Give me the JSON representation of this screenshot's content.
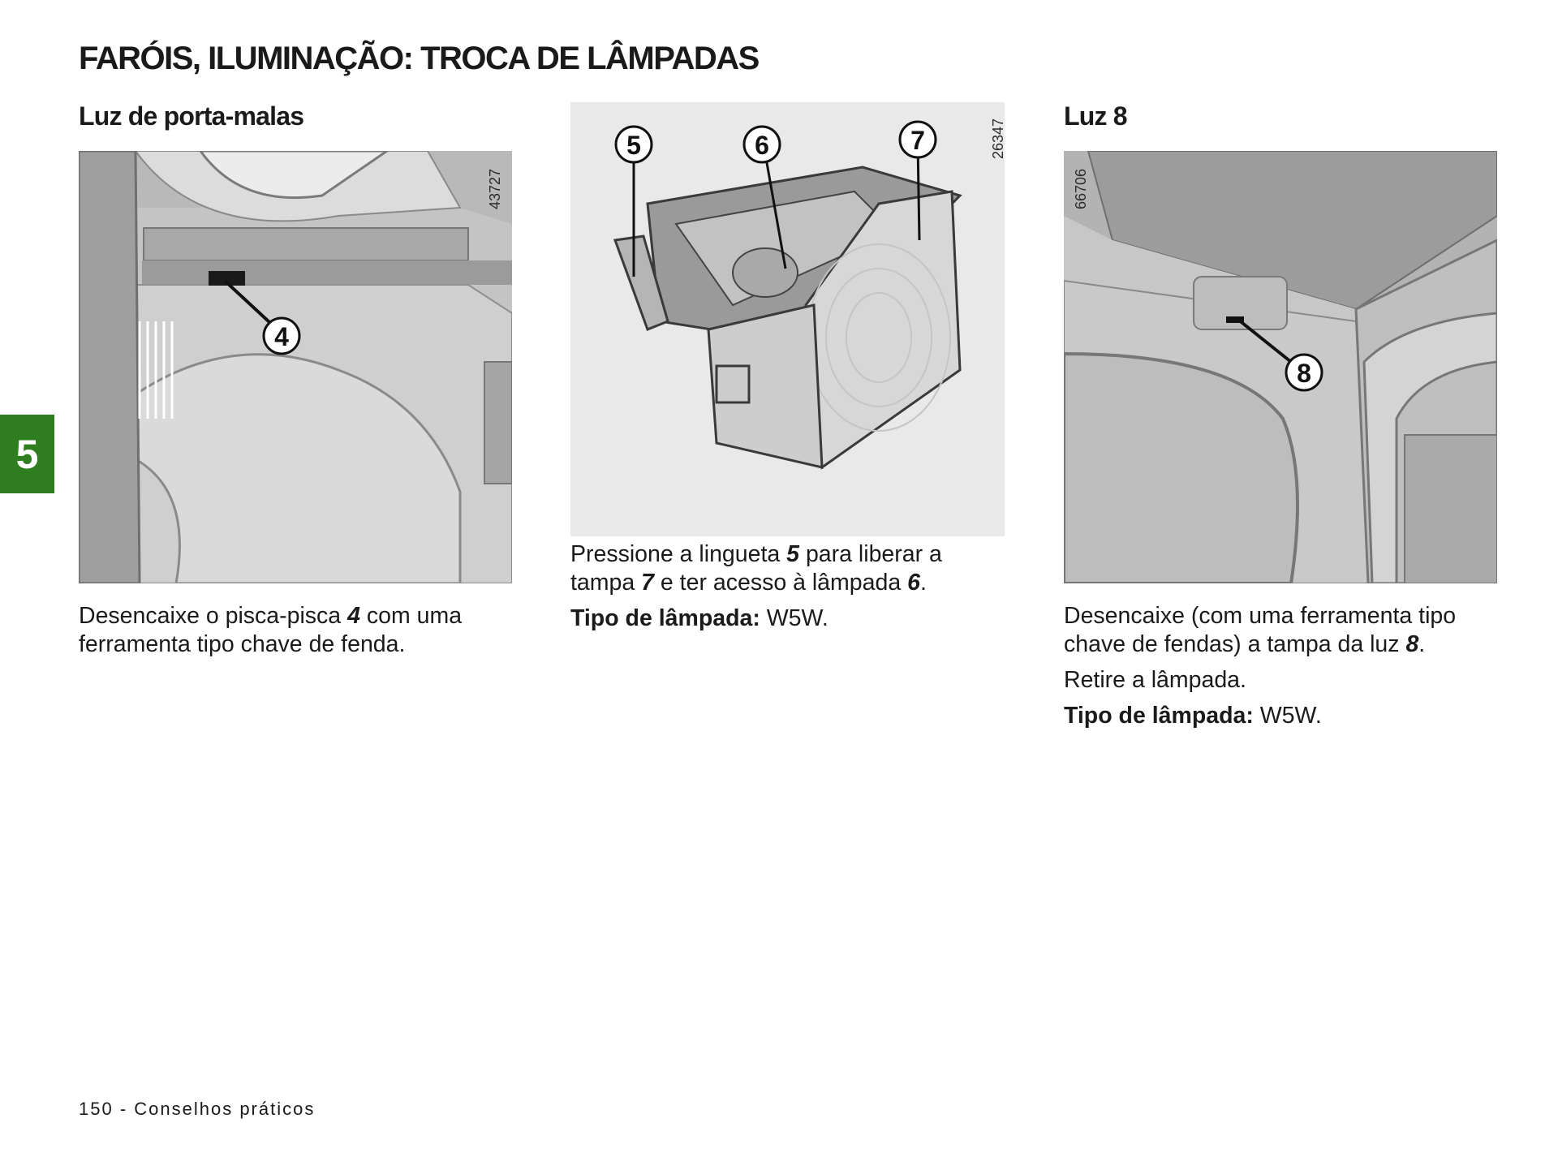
{
  "title": "FARÓIS, ILUMINAÇÃO: TROCA DE LÂMPADAS",
  "chapter_tab": "5",
  "footer": "150 - Conselhos práticos",
  "columns": [
    {
      "heading": "Luz de porta-malas",
      "figure_number": "43727",
      "callouts": [
        "4"
      ],
      "text": {
        "pre": "Desencaixe o pisca-pisca ",
        "ref": "4",
        "post": " com uma ferramenta tipo chave de fenda."
      }
    },
    {
      "heading": "",
      "figure_number": "26347",
      "callouts": [
        "5",
        "6",
        "7"
      ],
      "text": {
        "pre": "Pressione a lingueta ",
        "ref1": "5",
        "mid1": " para liberar a tampa ",
        "ref2": "7",
        "mid2": " e ter acesso à lâmpada ",
        "ref3": "6",
        "post": "."
      },
      "lamp": {
        "label": "Tipo de lâmpada:",
        "value": " W5W."
      }
    },
    {
      "heading": "Luz 8",
      "figure_number": "66706",
      "callouts": [
        "8"
      ],
      "text": {
        "pre": "Desencaixe (com uma ferramenta tipo chave de fendas) a tampa da luz ",
        "ref": "8",
        "post": "."
      },
      "text2": "Retire a lâmpada.",
      "lamp": {
        "label": "Tipo de lâmpada:",
        "value": " W5W."
      }
    }
  ],
  "colors": {
    "tab": "#2e7d1e",
    "figure_bg": "#e9e9e9",
    "text": "#1a1a1a"
  }
}
